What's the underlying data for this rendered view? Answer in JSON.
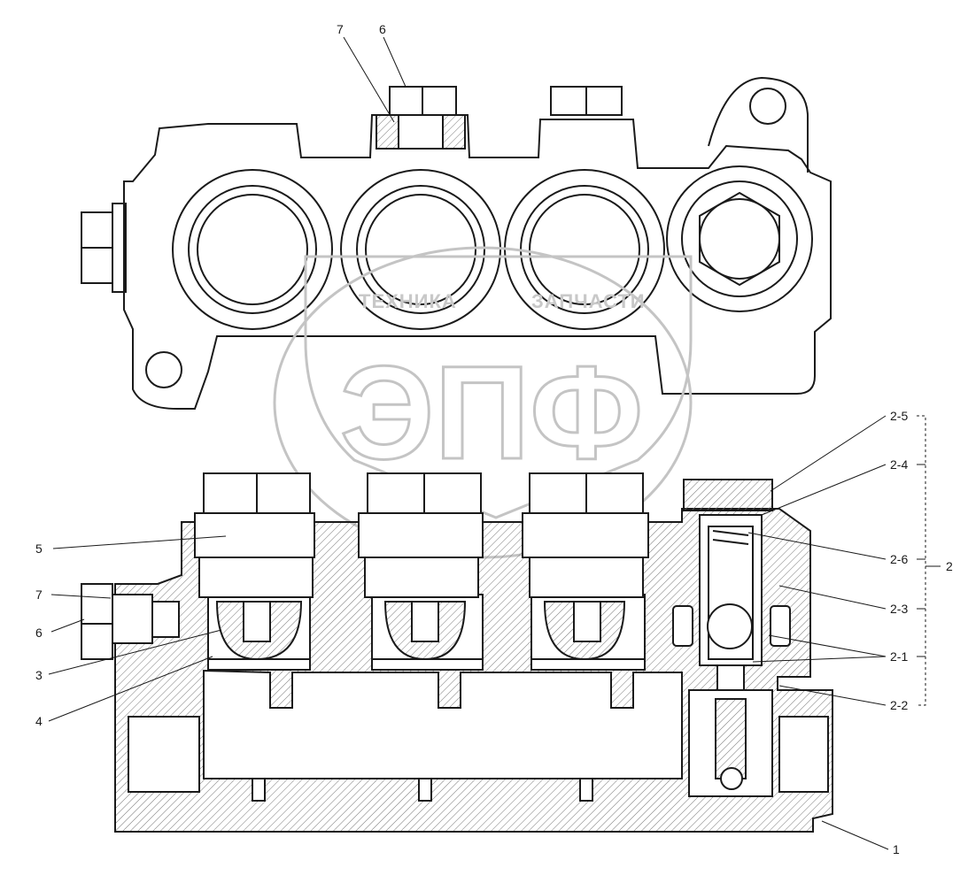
{
  "watermark": {
    "brand_left": "ТЕХНИКА",
    "brand_right": "ЗАПЧАСТИ",
    "logo": "ЭПФ"
  },
  "callouts": {
    "top_7": "7",
    "top_6": "6",
    "left_5": "5",
    "left_7": "7",
    "left_6": "6",
    "left_3": "3",
    "left_4": "4",
    "right_2_5": "2-5",
    "right_2_4": "2-4",
    "right_2_6": "2-6",
    "right_2": "2",
    "right_2_3": "2-3",
    "right_2_1": "2-1",
    "right_2_2": "2-2",
    "right_1": "1"
  },
  "colors": {
    "line": "#1a1a1a",
    "hatch": "#6a6a6a",
    "watermark": "#c4c4c4"
  }
}
